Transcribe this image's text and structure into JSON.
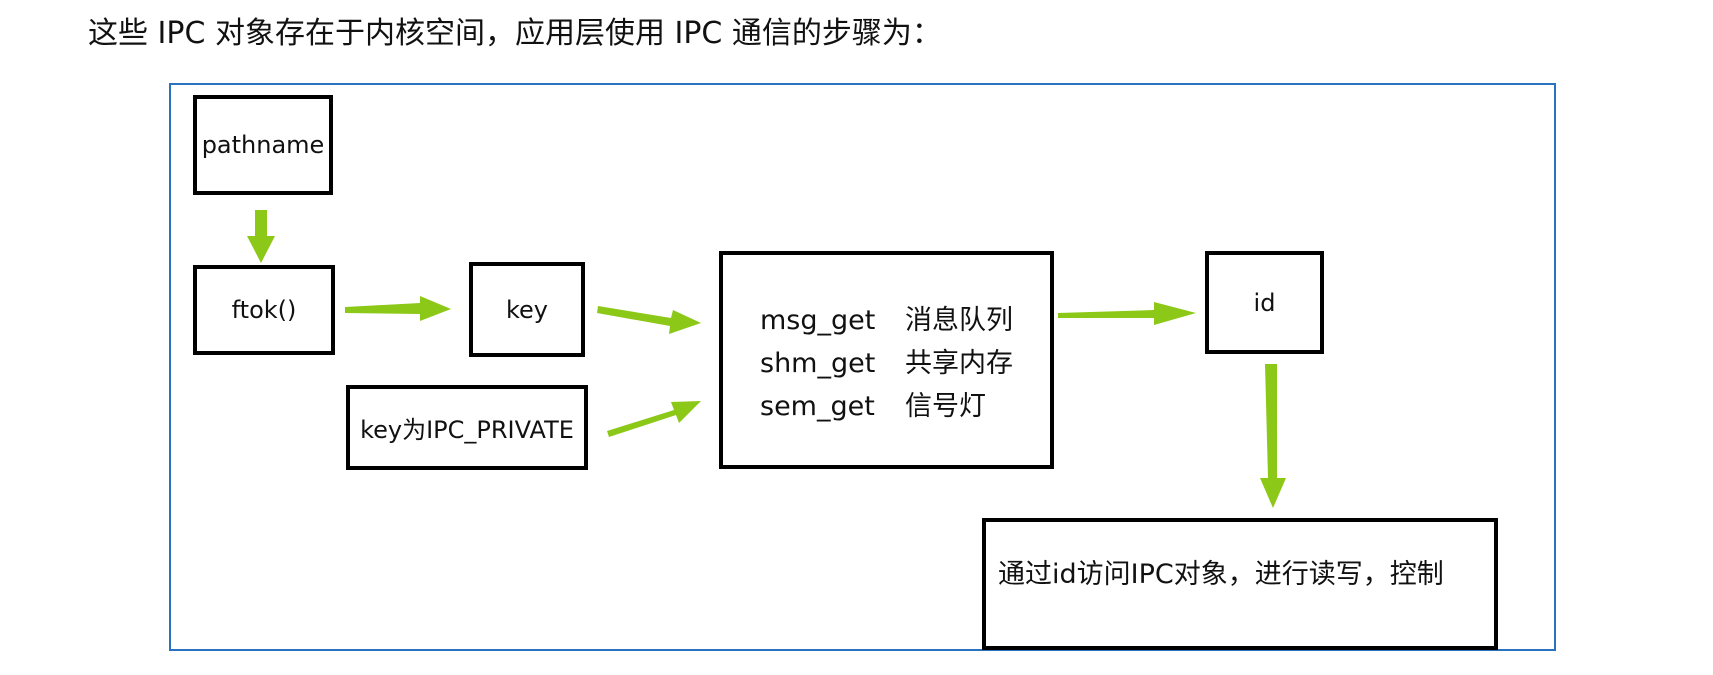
{
  "intro": "这些  IPC 对象存在于内核空间，应用层使用 IPC 通信的步骤为：",
  "colors": {
    "frame": "#2a72c0",
    "arrow": "#8cc817",
    "box_border": "#000000"
  },
  "nodes": {
    "pathname": "pathname",
    "ftok": "ftok()",
    "key": "key",
    "key_private": "key为IPC_PRIVATE",
    "id": "id",
    "access": "通过id访问IPC对象，进行读写，控制"
  },
  "get_calls": [
    {
      "fn": "msg_get",
      "desc": "消息队列"
    },
    {
      "fn": "shm_get",
      "desc": "共享内存"
    },
    {
      "fn": "sem_get",
      "desc": "信号灯"
    }
  ]
}
